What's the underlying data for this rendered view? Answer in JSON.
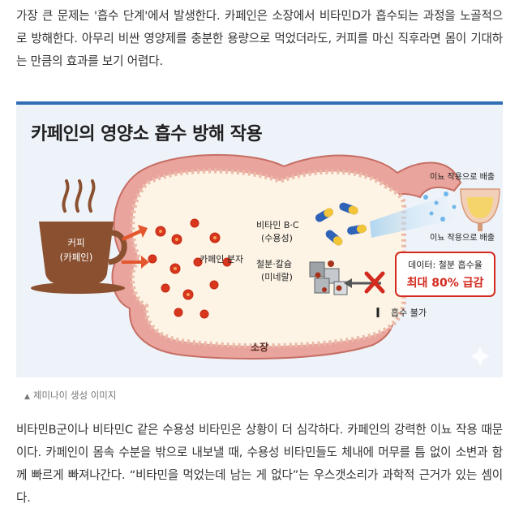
{
  "article": {
    "paragraph_1": "가장 큰 문제는 '흡수 단계'에서 발생한다. 카페인은 소장에서 비타민D가 흡수되는 과정을 노골적으로 방해한다. 아무리 비싼 영양제를 충분한 용량으로 먹었더라도, 커피를 마신 직후라면 몸이 기대하는 만큼의 효과를 보기 어렵다.",
    "paragraph_2": "비타민B군이나 비타민C 같은 수용성 비타민은 상황이 더 심각하다. 카페인의 강력한 이뇨 작용 때문이다. 카페인이 몸속 수분을 밖으로 내보낼 때, 수용성 비타민들도 체내에 머무를 틈 없이 소변과 함께 빠르게 빠져나간다. “비타민을 먹었는데 남는 게 없다”는 우스갯소리가 과학적 근거가 있는 셈이다."
  },
  "figure": {
    "title": "카페인의 영양소 흡수 방해 작용",
    "coffee_label_1": "커피",
    "coffee_label_2": "(카페인)",
    "caffeine_molecule_label": "카페인 분자",
    "vitamin_label_1": "비타민 B·C",
    "vitamin_label_2": "(수용성)",
    "mineral_label_1": "철분·칼슘",
    "mineral_label_2": "(미네랄)",
    "diuretic_top_label": "이뇨 작용으로 배출",
    "diuretic_bottom_label": "이뇨 작용으로 배출",
    "data_box_line_1": "데이터: 철분 흡수율",
    "data_box_line_2": "최대 80% 급감",
    "absorption_blocked_label": "흡수 불가",
    "small_intestine_label": "소장",
    "caption": "제미나이 생성 이미지",
    "colors": {
      "accent_blue": "#2f6db5",
      "alert_red": "#d22a1e",
      "intestine_pink": "#e9a49d",
      "coffee_brown": "#8a5030"
    }
  }
}
